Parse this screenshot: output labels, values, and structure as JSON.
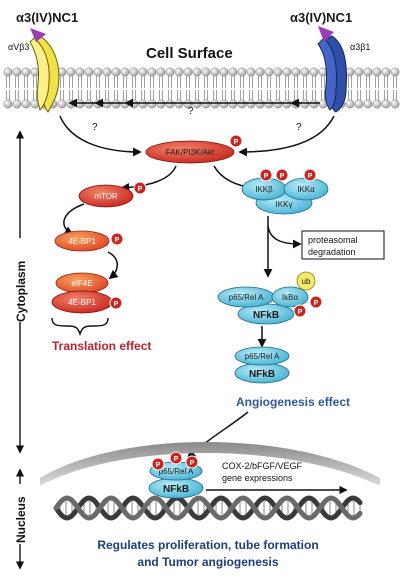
{
  "receptors": {
    "left_ligand": "α3(IV)NC1",
    "right_ligand": "α3(IV)NC1",
    "left_integrin": "αVβ3",
    "right_integrin": "α3β1"
  },
  "cell_surface_label": "Cell Surface",
  "unknown_marks": [
    "?",
    "?",
    "?"
  ],
  "nodes": {
    "fak": "FAK/PI3K/Akt",
    "mtor": "mTOR",
    "bp1_top": "4E-BP1",
    "eif4e": "eIF4E",
    "bp1_bottom": "4E-BP1",
    "ikkb": "IKKβ",
    "ikka": "IKKα",
    "ikkg": "IKKγ",
    "p65_a": "p65/Rel A",
    "ikba": "IkBα",
    "ub": "ub",
    "nfkb_a": "NFkB",
    "p65_b": "p65/Rel A",
    "nfkb_b": "NFkB",
    "p65_c": "p65/Rel A",
    "nfkb_c": "NFkB"
  },
  "phospho_label": "P",
  "boxes": {
    "proteasomal_line1": "proteasomal",
    "proteasomal_line2": "degradation"
  },
  "effects": {
    "translation": "Translation effect",
    "angiogenesis": "Angiogenesis effect"
  },
  "gene_expression": {
    "line1": "COX-2/bFGF/VEGF",
    "line2": "gene expressions"
  },
  "side_labels": {
    "cytoplasm": "Cytoplasm",
    "nucleus": "Nucleus"
  },
  "bottom_text": {
    "line1": "Regulates proliferation, tube formation",
    "line2": "and Tumor angiogenesis"
  },
  "colors": {
    "red_node": "#d9342b",
    "orange_node": "#e8612c",
    "blue_node": "#5ec3de",
    "dark_red_text": "#b8232b",
    "blue_text": "#2e5a9c",
    "membrane": "#cfcfcf"
  }
}
